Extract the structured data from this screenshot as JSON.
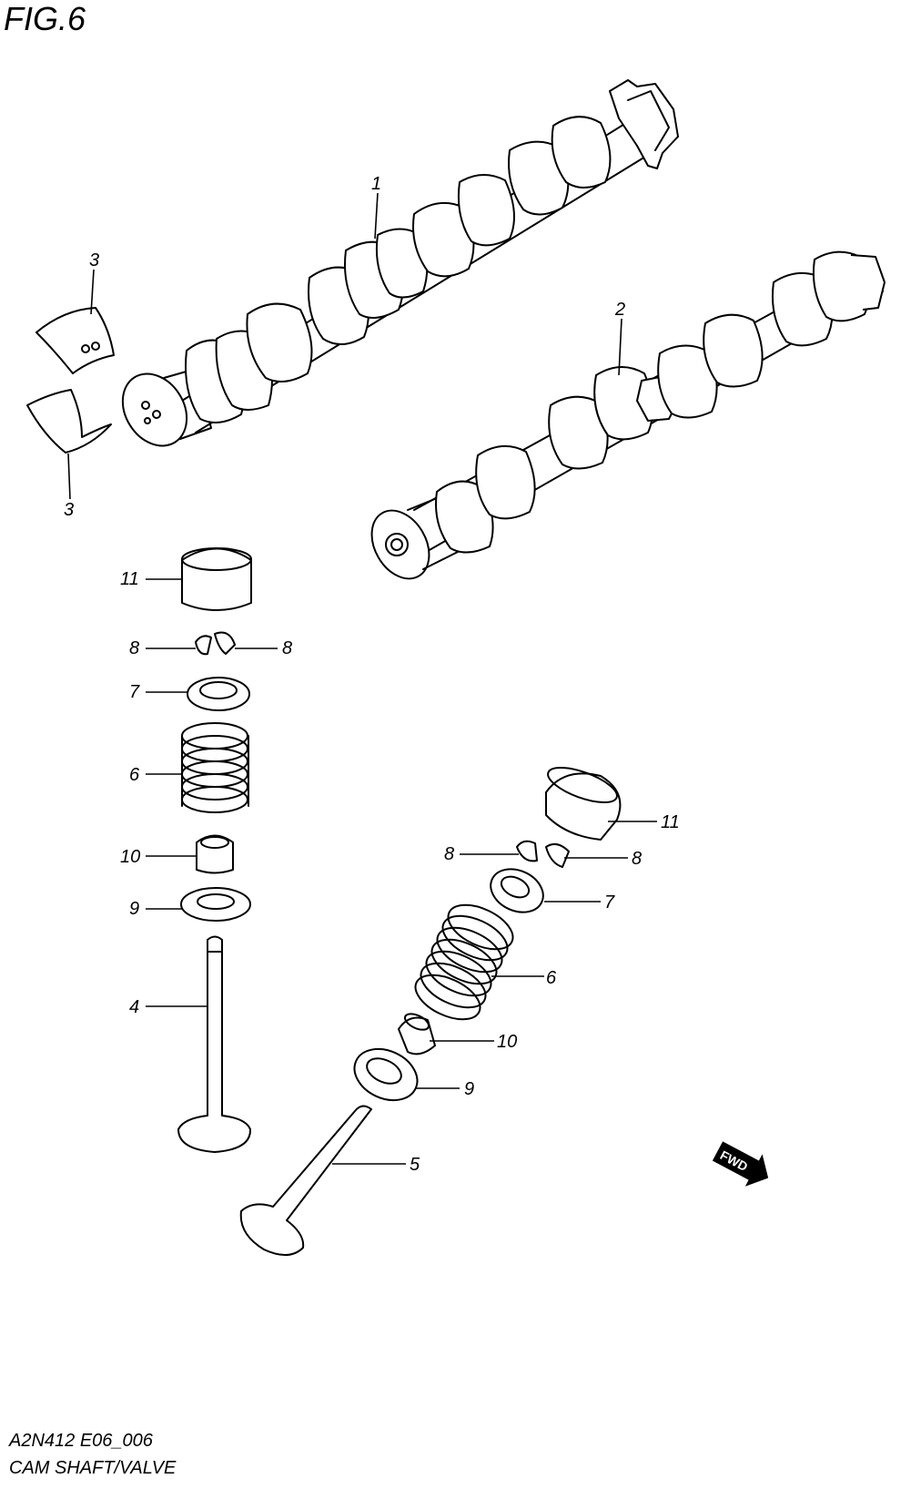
{
  "figure": {
    "title": "FIG.6",
    "code": "A2N412 E06_006",
    "name": "CAM SHAFT/VALVE"
  },
  "callouts": {
    "c1": "1",
    "c2": "2",
    "c3a": "3",
    "c3b": "3",
    "c4": "4",
    "c5": "5",
    "c6a": "6",
    "c6b": "6",
    "c7a": "7",
    "c7b": "7",
    "c8a": "8",
    "c8b": "8",
    "c8c": "8",
    "c8d": "8",
    "c9a": "9",
    "c9b": "9",
    "c10a": "10",
    "c10b": "10",
    "c11a": "11",
    "c11b": "11"
  },
  "fwd_badge": "FWD"
}
